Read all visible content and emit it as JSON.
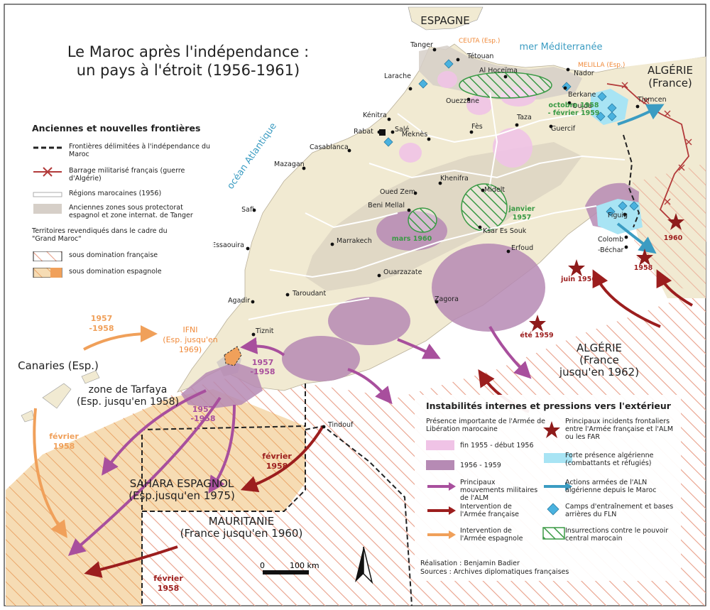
{
  "title": {
    "line1": "Le Maroc après l'indépendance :",
    "line2": "un pays à l'étroit (1956-1961)"
  },
  "colors": {
    "sea": "#ffffff",
    "land": "#f1ead2",
    "mountains": "#d9d2c0",
    "protectorate": "#d6cfc8",
    "french_hatch": "#e9a08a",
    "spanish_fill": "#f6d9b0",
    "alm_light": "#f0c3e6",
    "alm_dark": "#b68ab4",
    "insurrection": "#3a9a45",
    "algerian": "#a8e4f4",
    "alm_arrow": "#a84f9d",
    "french_arrow": "#9c1e1e",
    "spanish_arrow": "#f0a05a",
    "aln_arrow": "#3b9cc2",
    "incident": "#8e1b1b",
    "fln_camp": "#4ab2df"
  },
  "countries": {
    "espagne": "ESPAGNE",
    "algerie_n1": "ALGÉRIE",
    "algerie_n2": "(France)",
    "algerie_s1": "ALGÉRIE",
    "algerie_s2": "(France",
    "algerie_s3": "jusqu'en 1962)",
    "sahara1": "SAHARA ESPAGNOL",
    "sahara2": "(Esp.jusqu'en 1975)",
    "mauritanie1": "MAURITANIE",
    "mauritanie2": "(France jusqu'en 1960)",
    "tarfaya1": "zone de Tarfaya",
    "tarfaya2": "(Esp. jusqu'en 1958)",
    "canaries": "Canaries (Esp.)",
    "ifni1": "IFNI",
    "ifni2": "(Esp. jusqu'en",
    "ifni3": "1969)"
  },
  "seas": {
    "mediterranee": "mer Méditerranée",
    "atlantique": "océan Atlantique"
  },
  "enclaves": {
    "ceuta": "CEUTA (Esp.)",
    "melilla": "MELILLA (Esp.)"
  },
  "cities": [
    {
      "name": "Tanger"
    },
    {
      "name": "Tétouan"
    },
    {
      "name": "Larache"
    },
    {
      "name": "Al Hoceïma"
    },
    {
      "name": "Nador"
    },
    {
      "name": "Berkane"
    },
    {
      "name": "Oujda"
    },
    {
      "name": "Tlemcen"
    },
    {
      "name": "Ouezzane"
    },
    {
      "name": "Kénitra"
    },
    {
      "name": "Rabat"
    },
    {
      "name": "Salé"
    },
    {
      "name": "Meknès"
    },
    {
      "name": "Fès"
    },
    {
      "name": "Taza"
    },
    {
      "name": "Guercif"
    },
    {
      "name": "Casablanca"
    },
    {
      "name": "Mazagan"
    },
    {
      "name": "Khenifra"
    },
    {
      "name": "Oued Zem"
    },
    {
      "name": "Midelt"
    },
    {
      "name": "Beni Mellal"
    },
    {
      "name": "Ksar Es Souk"
    },
    {
      "name": "Safi"
    },
    {
      "name": "Marrakech"
    },
    {
      "name": "Erfoud"
    },
    {
      "name": "Essaouira"
    },
    {
      "name": "Ouarzazate"
    },
    {
      "name": "Figuig"
    },
    {
      "name": "Colomb"
    },
    {
      "name": "-Béchar"
    },
    {
      "name": "Taroudant"
    },
    {
      "name": "Zagora"
    },
    {
      "name": "Agadir"
    },
    {
      "name": "Tiznit"
    },
    {
      "name": "Tindouf"
    }
  ],
  "event_labels": {
    "oct1958_1": "octobre 1958",
    "oct1958_2": "- février 1959",
    "jan1957_1": "janvier",
    "jan1957_2": "1957",
    "mars1960": "mars 1960",
    "juin1956": "juin 1956",
    "ete1959": "été 1959",
    "y1960": "1960",
    "y1958": "1958",
    "esp1957_1": "1957",
    "esp1957_2": "-1958",
    "alm1957a_1": "1957",
    "alm1957a_2": "-1958",
    "alm1957b_1": "1957",
    "alm1957b_2": "-1958",
    "fev1958_esp_1": "février",
    "fev1958_esp_2": "1958",
    "fev1958_fr_1": "février",
    "fev1958_fr_2": "1958",
    "fev1958_mau_1": "février",
    "fev1958_mau_2": "1958"
  },
  "scale": {
    "zero": "0",
    "label": "100 km"
  },
  "legend_borders": {
    "title": "Anciennes et nouvelles frontières",
    "items": [
      {
        "text": "Frontières délimitées à l'indépendance du Maroc"
      },
      {
        "text": "Barrage militarisé français (guerre d'Algérie)"
      },
      {
        "text": "Régions marocaines (1956)"
      },
      {
        "text": "Anciennes zones sous protectorat espagnol et zone internat. de Tanger"
      }
    ],
    "claims_header": "Territoires revendiqués dans le cadre du \"Grand Maroc\"",
    "claims": [
      {
        "text": "sous domination française"
      },
      {
        "text": "sous domination espagnole"
      }
    ]
  },
  "legend_instability": {
    "title": "Instabilités internes et pressions vers l'extérieur",
    "alm_header": "Présence importante de l'Armée de Libération marocaine",
    "alm_light": "fin 1955 - début 1956",
    "alm_dark": "1956 - 1959",
    "alm_moves": "Principaux mouvements militaires de l'ALM",
    "fr_interv": "Intervention de l'Armée française",
    "es_interv": "Intervention de l'Armée espagnole",
    "incidents": "Principaux incidents frontaliers entre l'Armée française et l'ALM ou les FAR",
    "algerian": "Forte présence algérienne (combattants et réfugiés)",
    "aln_actions": "Actions armées de l'ALN algérienne depuis le Maroc",
    "fln_camps": "Camps d'entraînement et bases arrières du FLN",
    "insurrections": "Insurrections contre le pouvoir central marocain",
    "credit1": "Réalisation : Benjamin Badier",
    "credit2": "Sources : Archives diplomatiques françaises"
  }
}
